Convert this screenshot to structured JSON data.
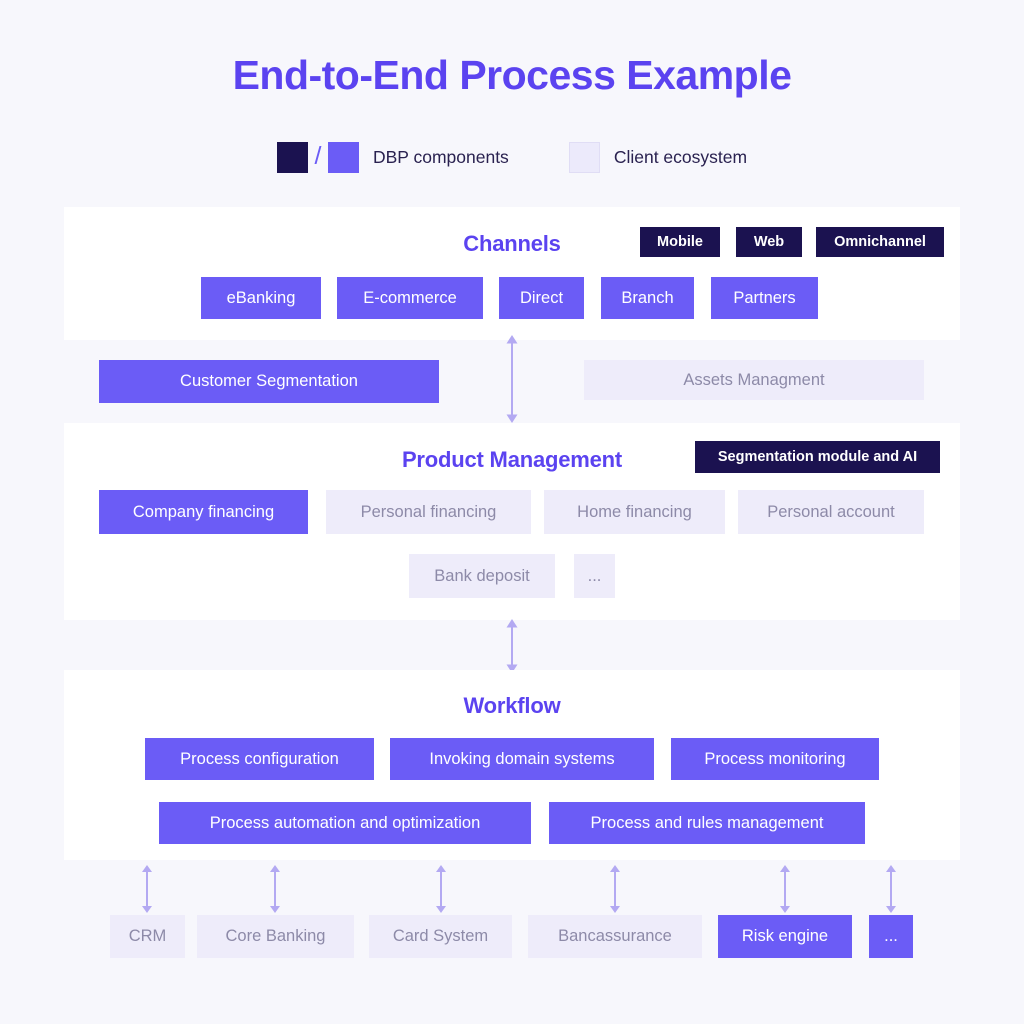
{
  "title": "End-to-End Process Example",
  "colors": {
    "background": "#f7f7fc",
    "panel": "#ffffff",
    "accent_purple": "#6b5cf6",
    "accent_dark": "#1b1250",
    "title_purple": "#5b43f0",
    "light_chip": "#eeecfa",
    "light_chip_text": "#8d8aa8",
    "arrow": "#b3a9f2"
  },
  "legend": {
    "items": [
      {
        "label": "DBP components",
        "swatches": [
          "#1b1250",
          "#6b5cf6"
        ],
        "separator": "/"
      },
      {
        "label": "Client ecosystem",
        "swatches": [
          "#eceafb"
        ]
      }
    ]
  },
  "sections": [
    {
      "id": "channels",
      "title": "Channels",
      "tags": [
        {
          "label": "Mobile",
          "style": "dark"
        },
        {
          "label": "Web",
          "style": "dark"
        },
        {
          "label": "Omnichannel",
          "style": "dark"
        }
      ],
      "items": [
        {
          "label": "eBanking",
          "style": "purple"
        },
        {
          "label": "E-commerce",
          "style": "purple"
        },
        {
          "label": "Direct",
          "style": "purple"
        },
        {
          "label": "Branch",
          "style": "purple"
        },
        {
          "label": "Partners",
          "style": "purple"
        }
      ]
    },
    {
      "id": "middle-band",
      "items": [
        {
          "label": "Customer Segmentation",
          "style": "purple"
        },
        {
          "label": "Assets Managment",
          "style": "light"
        }
      ]
    },
    {
      "id": "product-management",
      "title": "Product Management",
      "tags": [
        {
          "label": "Segmentation module and AI",
          "style": "dark"
        }
      ],
      "items_row1": [
        {
          "label": "Company financing",
          "style": "purple"
        },
        {
          "label": "Personal financing",
          "style": "light"
        },
        {
          "label": "Home financing",
          "style": "light"
        },
        {
          "label": "Personal account",
          "style": "light"
        }
      ],
      "items_row2": [
        {
          "label": "Bank deposit",
          "style": "light"
        },
        {
          "label": "...",
          "style": "light"
        }
      ]
    },
    {
      "id": "workflow",
      "title": "Workflow",
      "items_row1": [
        {
          "label": "Process configuration",
          "style": "purple"
        },
        {
          "label": "Invoking domain systems",
          "style": "purple"
        },
        {
          "label": "Process monitoring",
          "style": "purple"
        }
      ],
      "items_row2": [
        {
          "label": "Process automation and optimization",
          "style": "purple"
        },
        {
          "label": "Process and rules management",
          "style": "purple"
        }
      ]
    },
    {
      "id": "domain-systems",
      "items": [
        {
          "label": "CRM",
          "style": "light"
        },
        {
          "label": "Core Banking",
          "style": "light"
        },
        {
          "label": "Card System",
          "style": "light"
        },
        {
          "label": "Bancassurance",
          "style": "light"
        },
        {
          "label": "Risk engine",
          "style": "purple"
        },
        {
          "label": "...",
          "style": "purple"
        }
      ]
    }
  ],
  "connectors": [
    {
      "name": "channels-to-product",
      "type": "double-headed-vertical"
    },
    {
      "name": "product-to-workflow",
      "type": "double-headed-vertical"
    },
    {
      "name": "workflow-to-crm",
      "type": "double-headed-vertical"
    },
    {
      "name": "workflow-to-core-banking",
      "type": "double-headed-vertical"
    },
    {
      "name": "workflow-to-card-system",
      "type": "double-headed-vertical"
    },
    {
      "name": "workflow-to-bancassurance",
      "type": "double-headed-vertical"
    },
    {
      "name": "workflow-to-risk-engine",
      "type": "double-headed-vertical"
    },
    {
      "name": "workflow-to-more",
      "type": "double-headed-vertical"
    }
  ]
}
